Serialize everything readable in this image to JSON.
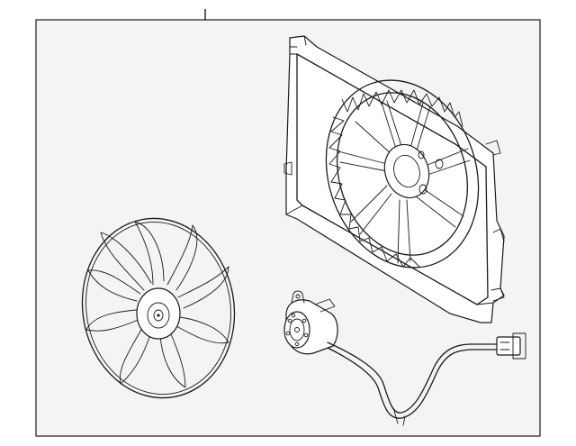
{
  "diagram": {
    "callout_leader": "",
    "parts": [
      {
        "name": "fan-shroud",
        "icon": "shroud-illustration"
      },
      {
        "name": "fan-blade",
        "icon": "fan-illustration"
      },
      {
        "name": "fan-motor",
        "icon": "motor-illustration"
      },
      {
        "name": "wiring-harness",
        "icon": "harness-illustration"
      }
    ],
    "colors": {
      "line": "#1a1a1a",
      "panel": "#f4f4f4",
      "background": "#ffffff"
    }
  }
}
